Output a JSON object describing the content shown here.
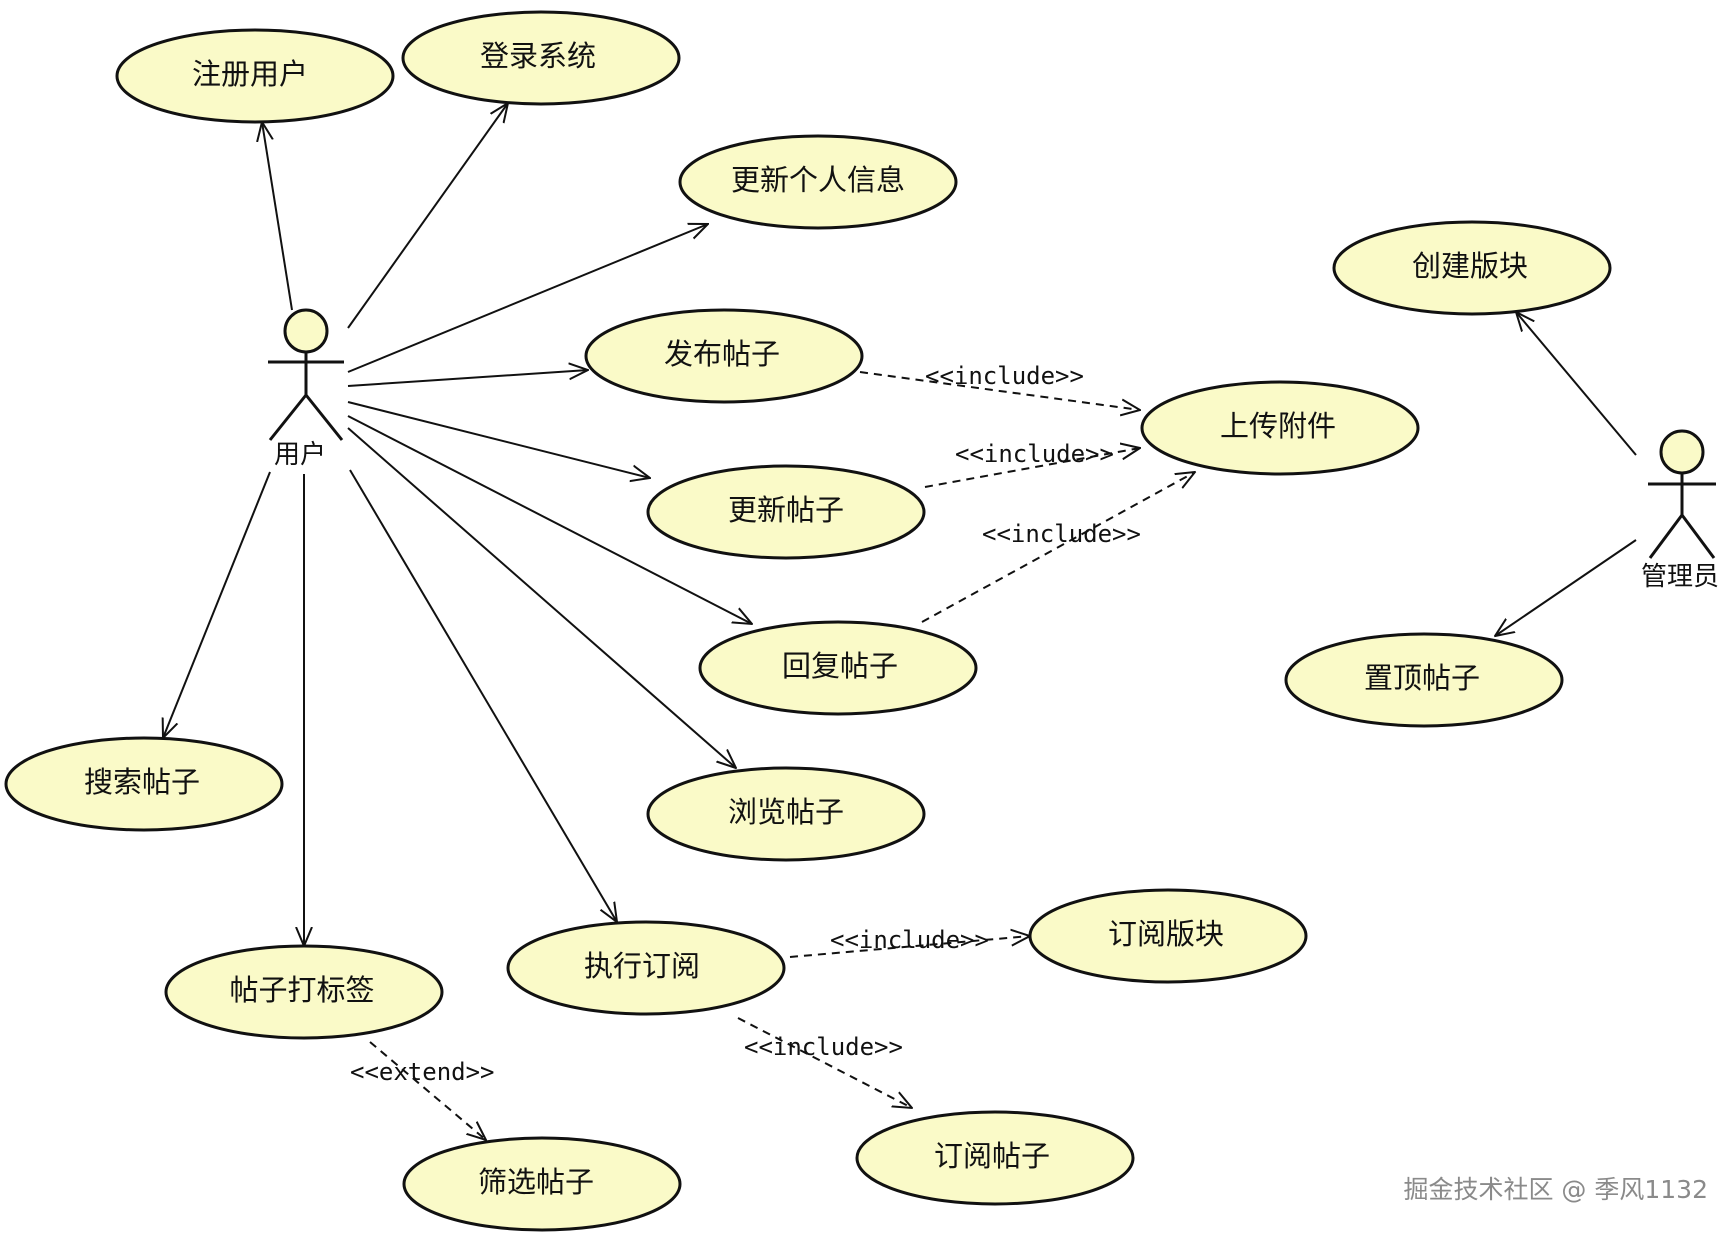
{
  "colors": {
    "usecase_fill": "#fafac8",
    "stroke": "#111111",
    "background": "#ffffff",
    "watermark": "#8a8a8a"
  },
  "actors": {
    "user": "用户",
    "admin": "管理员"
  },
  "use_cases": {
    "register": "注册用户",
    "login": "登录系统",
    "update_profile": "更新个人信息",
    "publish_post": "发布帖子",
    "update_post": "更新帖子",
    "reply_post": "回复帖子",
    "browse_post": "浏览帖子",
    "search_post": "搜索帖子",
    "tag_post": "帖子打标签",
    "filter_post": "筛选帖子",
    "subscribe": "执行订阅",
    "subscribe_board": "订阅版块",
    "subscribe_post": "订阅帖子",
    "upload_attachment": "上传附件",
    "create_board": "创建版块",
    "pin_post": "置顶帖子"
  },
  "stereotypes": {
    "include_publish": "<<include>>",
    "include_update": "<<include>>",
    "include_reply": "<<include>>",
    "include_sub_board": "<<include>>",
    "include_sub_post": "<<include>>",
    "extend_filter": "<<extend>>"
  },
  "relations": [
    {
      "from": "user",
      "to": "register",
      "kind": "association"
    },
    {
      "from": "user",
      "to": "login",
      "kind": "association"
    },
    {
      "from": "user",
      "to": "update_profile",
      "kind": "association"
    },
    {
      "from": "user",
      "to": "publish_post",
      "kind": "association"
    },
    {
      "from": "user",
      "to": "update_post",
      "kind": "association"
    },
    {
      "from": "user",
      "to": "reply_post",
      "kind": "association"
    },
    {
      "from": "user",
      "to": "browse_post",
      "kind": "association"
    },
    {
      "from": "user",
      "to": "search_post",
      "kind": "association"
    },
    {
      "from": "user",
      "to": "tag_post",
      "kind": "association"
    },
    {
      "from": "user",
      "to": "subscribe",
      "kind": "association"
    },
    {
      "from": "admin",
      "to": "create_board",
      "kind": "association"
    },
    {
      "from": "admin",
      "to": "pin_post",
      "kind": "association"
    },
    {
      "from": "publish_post",
      "to": "upload_attachment",
      "kind": "include"
    },
    {
      "from": "update_post",
      "to": "upload_attachment",
      "kind": "include"
    },
    {
      "from": "reply_post",
      "to": "upload_attachment",
      "kind": "include"
    },
    {
      "from": "subscribe",
      "to": "subscribe_board",
      "kind": "include"
    },
    {
      "from": "subscribe",
      "to": "subscribe_post",
      "kind": "include"
    },
    {
      "from": "tag_post",
      "to": "filter_post",
      "kind": "extend"
    }
  ],
  "watermark": "掘金技术社区 @ 季风1132"
}
